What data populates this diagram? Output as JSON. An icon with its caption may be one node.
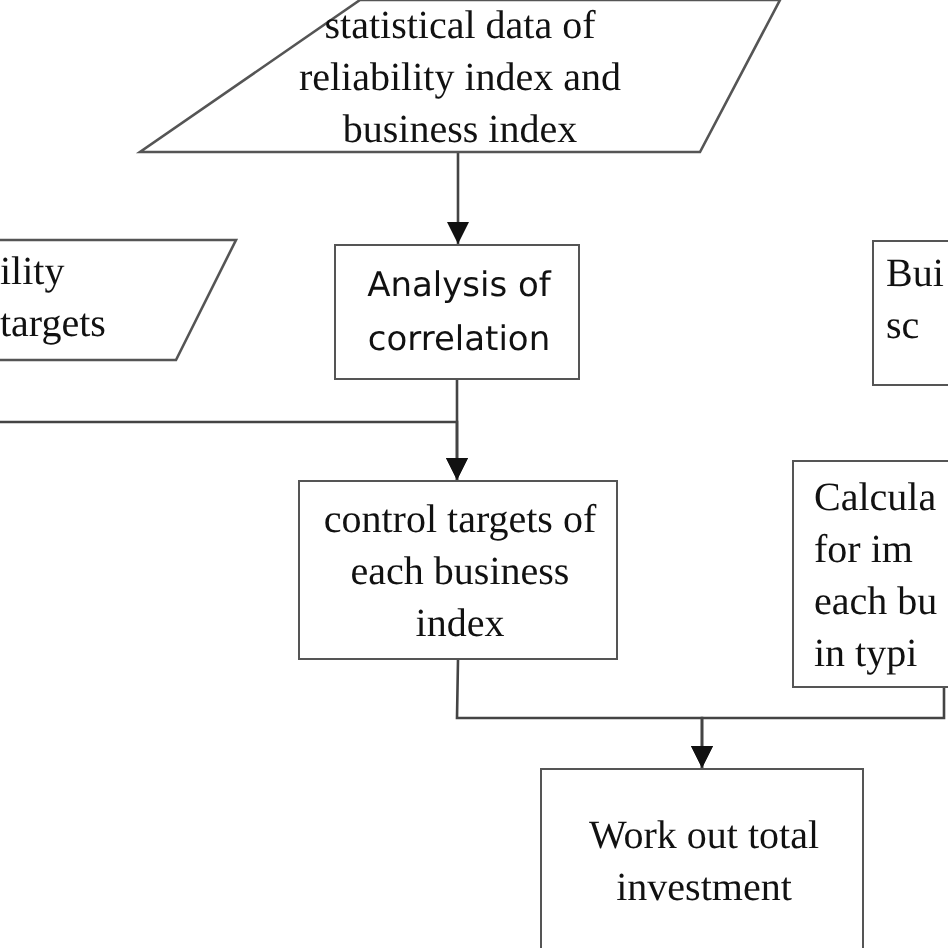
{
  "diagram": {
    "nodes": [
      {
        "text": [
          "statistical data of reliability index and business index"
        ]
      },
      {
        "text": [
          "ility targets"
        ]
      },
      {
        "text": [
          "Analysis of correlation"
        ]
      },
      {
        "text": [
          "Bui sc"
        ]
      },
      {
        "text": [
          "control targets of each business index"
        ]
      },
      {
        "text": [
          "Calcula for im each bu in typi"
        ]
      },
      {
        "text": [
          "Work out total investment"
        ]
      }
    ],
    "edges": [
      {
        "from": 0,
        "to": 2,
        "arrow": "to"
      },
      {
        "from": 2,
        "to": 4,
        "arrow": "to"
      },
      {
        "from": null,
        "to": 4,
        "arrow": "to"
      },
      {
        "from": 4,
        "to": 6,
        "arrow": "to"
      },
      {
        "from": 5,
        "to": 6,
        "arrow": "to"
      }
    ]
  }
}
